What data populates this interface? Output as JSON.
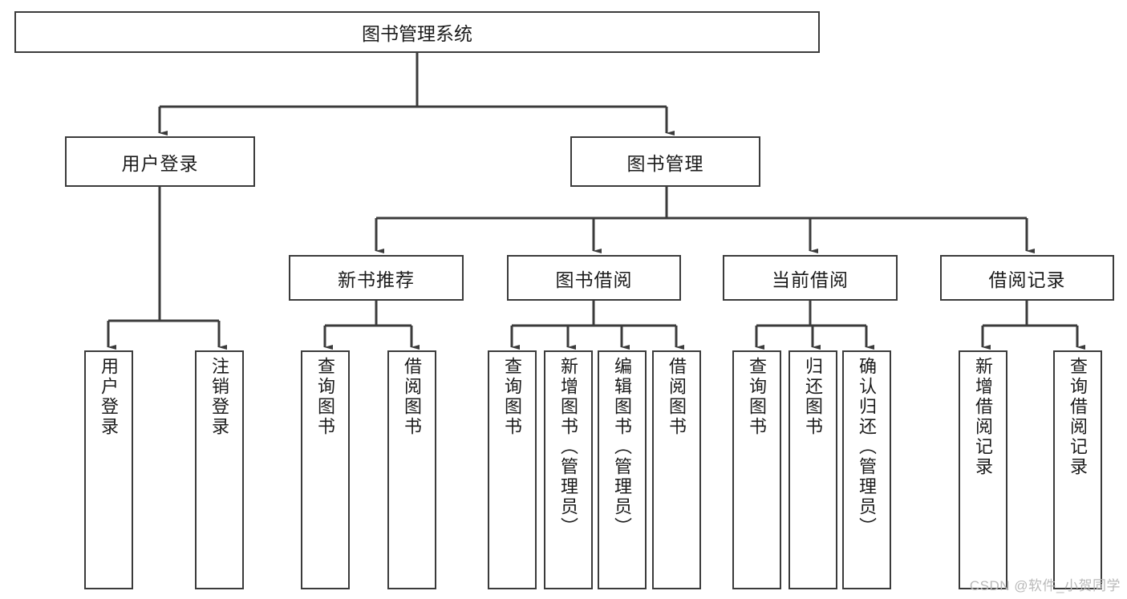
{
  "diagram": {
    "title": "图书管理系统",
    "type": "hierarchy-tree",
    "root": {
      "label": "图书管理系统"
    },
    "level2": [
      {
        "label": "用户登录"
      },
      {
        "label": "图书管理"
      }
    ],
    "level3": [
      {
        "label": "新书推荐"
      },
      {
        "label": "图书借阅"
      },
      {
        "label": "当前借阅"
      },
      {
        "label": "借阅记录"
      }
    ],
    "leaves": {
      "user_login": [
        {
          "label": "用户登录"
        },
        {
          "label": "注销登录"
        }
      ],
      "new_book_recommend": [
        {
          "label": "查询图书"
        },
        {
          "label": "借阅图书"
        }
      ],
      "book_borrow": [
        {
          "label": "查询图书"
        },
        {
          "label": "新增图书（管理员）"
        },
        {
          "label": "编辑图书（管理员）"
        },
        {
          "label": "借阅图书"
        }
      ],
      "current_borrow": [
        {
          "label": "查询图书"
        },
        {
          "label": "归还图书"
        },
        {
          "label": "确认归还（管理员）"
        }
      ],
      "borrow_record": [
        {
          "label": "新增借阅记录"
        },
        {
          "label": "查询借阅记录"
        }
      ]
    }
  },
  "watermark": {
    "text": "CSDN @软件_小贺同学"
  },
  "colors": {
    "box_border": "#3b3b3b",
    "box_fill": "#ffffff",
    "line": "#3b3b3b",
    "text": "#1b1b1b",
    "watermark": "#b9b9b9"
  }
}
